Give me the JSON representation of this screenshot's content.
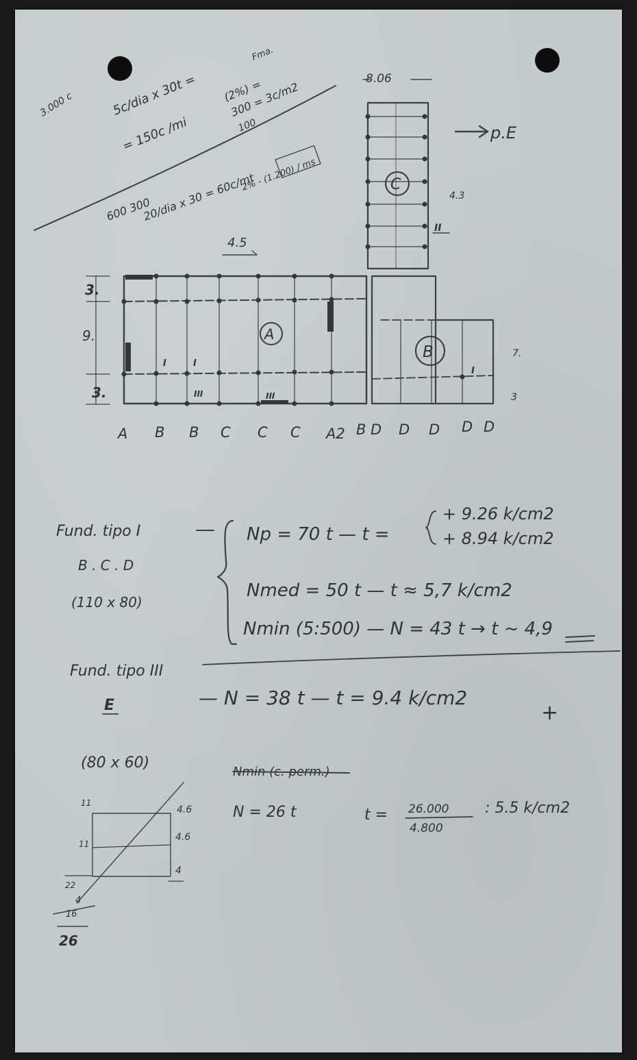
{
  "notes_top": {
    "line1": "5c/dia x 30t =",
    "line2": "= 150c /mi",
    "line3": "(2%) =",
    "line4": "300 = 3c/m2",
    "line5": "100",
    "left_margin": "3.000 c",
    "corner": "Fma.",
    "line6": "600 300",
    "line7": "20/dia x 30 = 60c/mt",
    "line8": "2% - (1.200) / ms"
  },
  "plan": {
    "width_top": "8.06",
    "arrow_label": "p.E",
    "bay_label": "4.5",
    "dim_c_right": "4.3",
    "dim_left_1": "3.",
    "dim_left_2": "9.",
    "dim_left_3": "3.",
    "dim_right_b1": "7.",
    "dim_right_b2": "3",
    "zone_a": "A",
    "zone_b": "B",
    "zone_c": "C",
    "marker_ii": "II",
    "marker_i_a1": "I",
    "marker_i_a2": "I",
    "marker_iii_1": "III",
    "marker_iii_2": "III",
    "marker_i_b": "I",
    "col_labels": [
      "A",
      "B",
      "B",
      "C",
      "C",
      "C",
      "A2",
      "B",
      "D",
      "D",
      "D",
      "D",
      "D"
    ]
  },
  "calc1": {
    "label_line1": "Fund. tipo I",
    "label_line2": "B . C . D",
    "label_line3": "(110 x 80)",
    "eq1_left": "Np = 70 t  —  t =",
    "eq1_top": "+ 9.26  k/cm2",
    "eq1_bottom": "+ 8.94  k/cm2",
    "eq2": "Nmed = 50 t  —  t ≈  5,7  k/cm2",
    "eq3": "Nmin (5:500)  — N = 43 t  →  t ~ 4,9"
  },
  "calc2": {
    "label_line1": "Fund. tipo III",
    "label_line2": "E",
    "label_line3": "(80 x 60)",
    "eq1": "— N = 38 t  —  t = 9.4 k/cm2",
    "plus": "+",
    "struck": "Nmin (c. perm.)",
    "eq2_left": "N = 26 t",
    "eq2_t": "t =",
    "eq2_num": "26.000",
    "eq2_den": "4.800",
    "eq2_result": ": 5.5 k/cm2"
  },
  "sketch": {
    "tl": "11",
    "ml": "11",
    "bl": "22",
    "r1": "4.6",
    "r2": "4.6",
    "r3": "4",
    "sum_sub": "4",
    "sum_line": "16",
    "total": "26"
  }
}
